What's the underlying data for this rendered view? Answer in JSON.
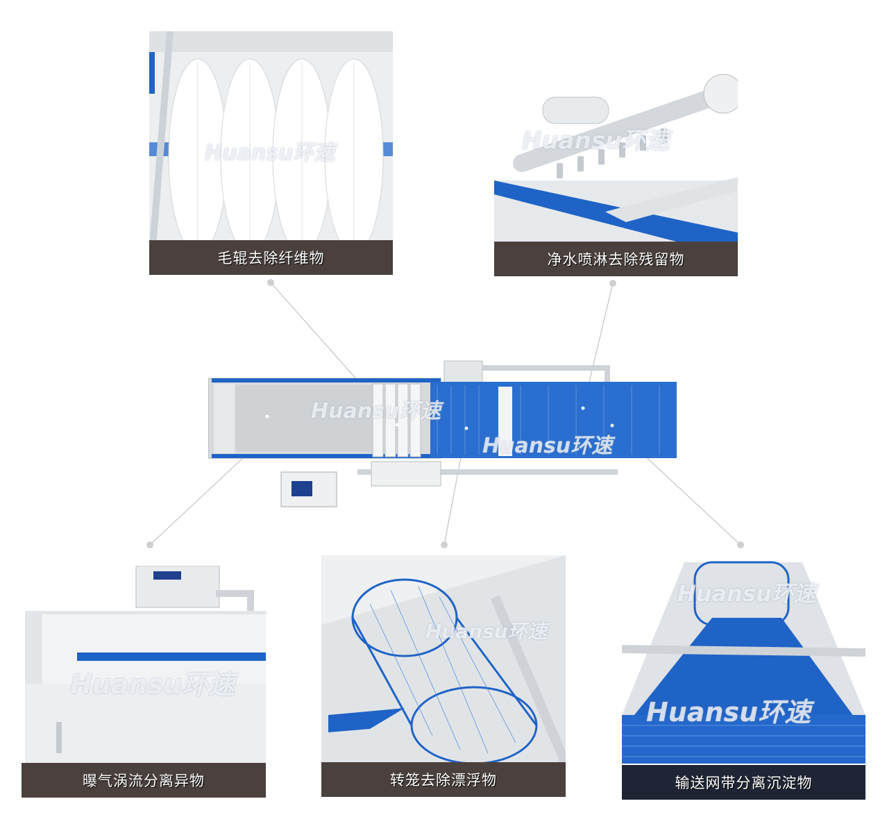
{
  "watermark": "Huansu环速",
  "center": {
    "watermark_1": "Huansu环速",
    "watermark_2": "Huansu环速"
  },
  "panels": [
    {
      "caption": "毛辊去除纤维物",
      "watermark": "Huansu环速"
    },
    {
      "caption": "净水喷淋去除残留物",
      "watermark": "Huansu环速"
    },
    {
      "caption": "曝气涡流分离异物",
      "watermark": "Huansu环速"
    },
    {
      "caption": "转笼去除漂浮物",
      "watermark": "Huansu环速"
    },
    {
      "caption": "输送网带分离沉淀物",
      "watermark": "Huansu环速"
    }
  ],
  "colors": {
    "blue": "#1f63c6",
    "caption_brown": "#4a403d",
    "caption_navy": "#1f2535",
    "steel": "#d9dde2"
  }
}
